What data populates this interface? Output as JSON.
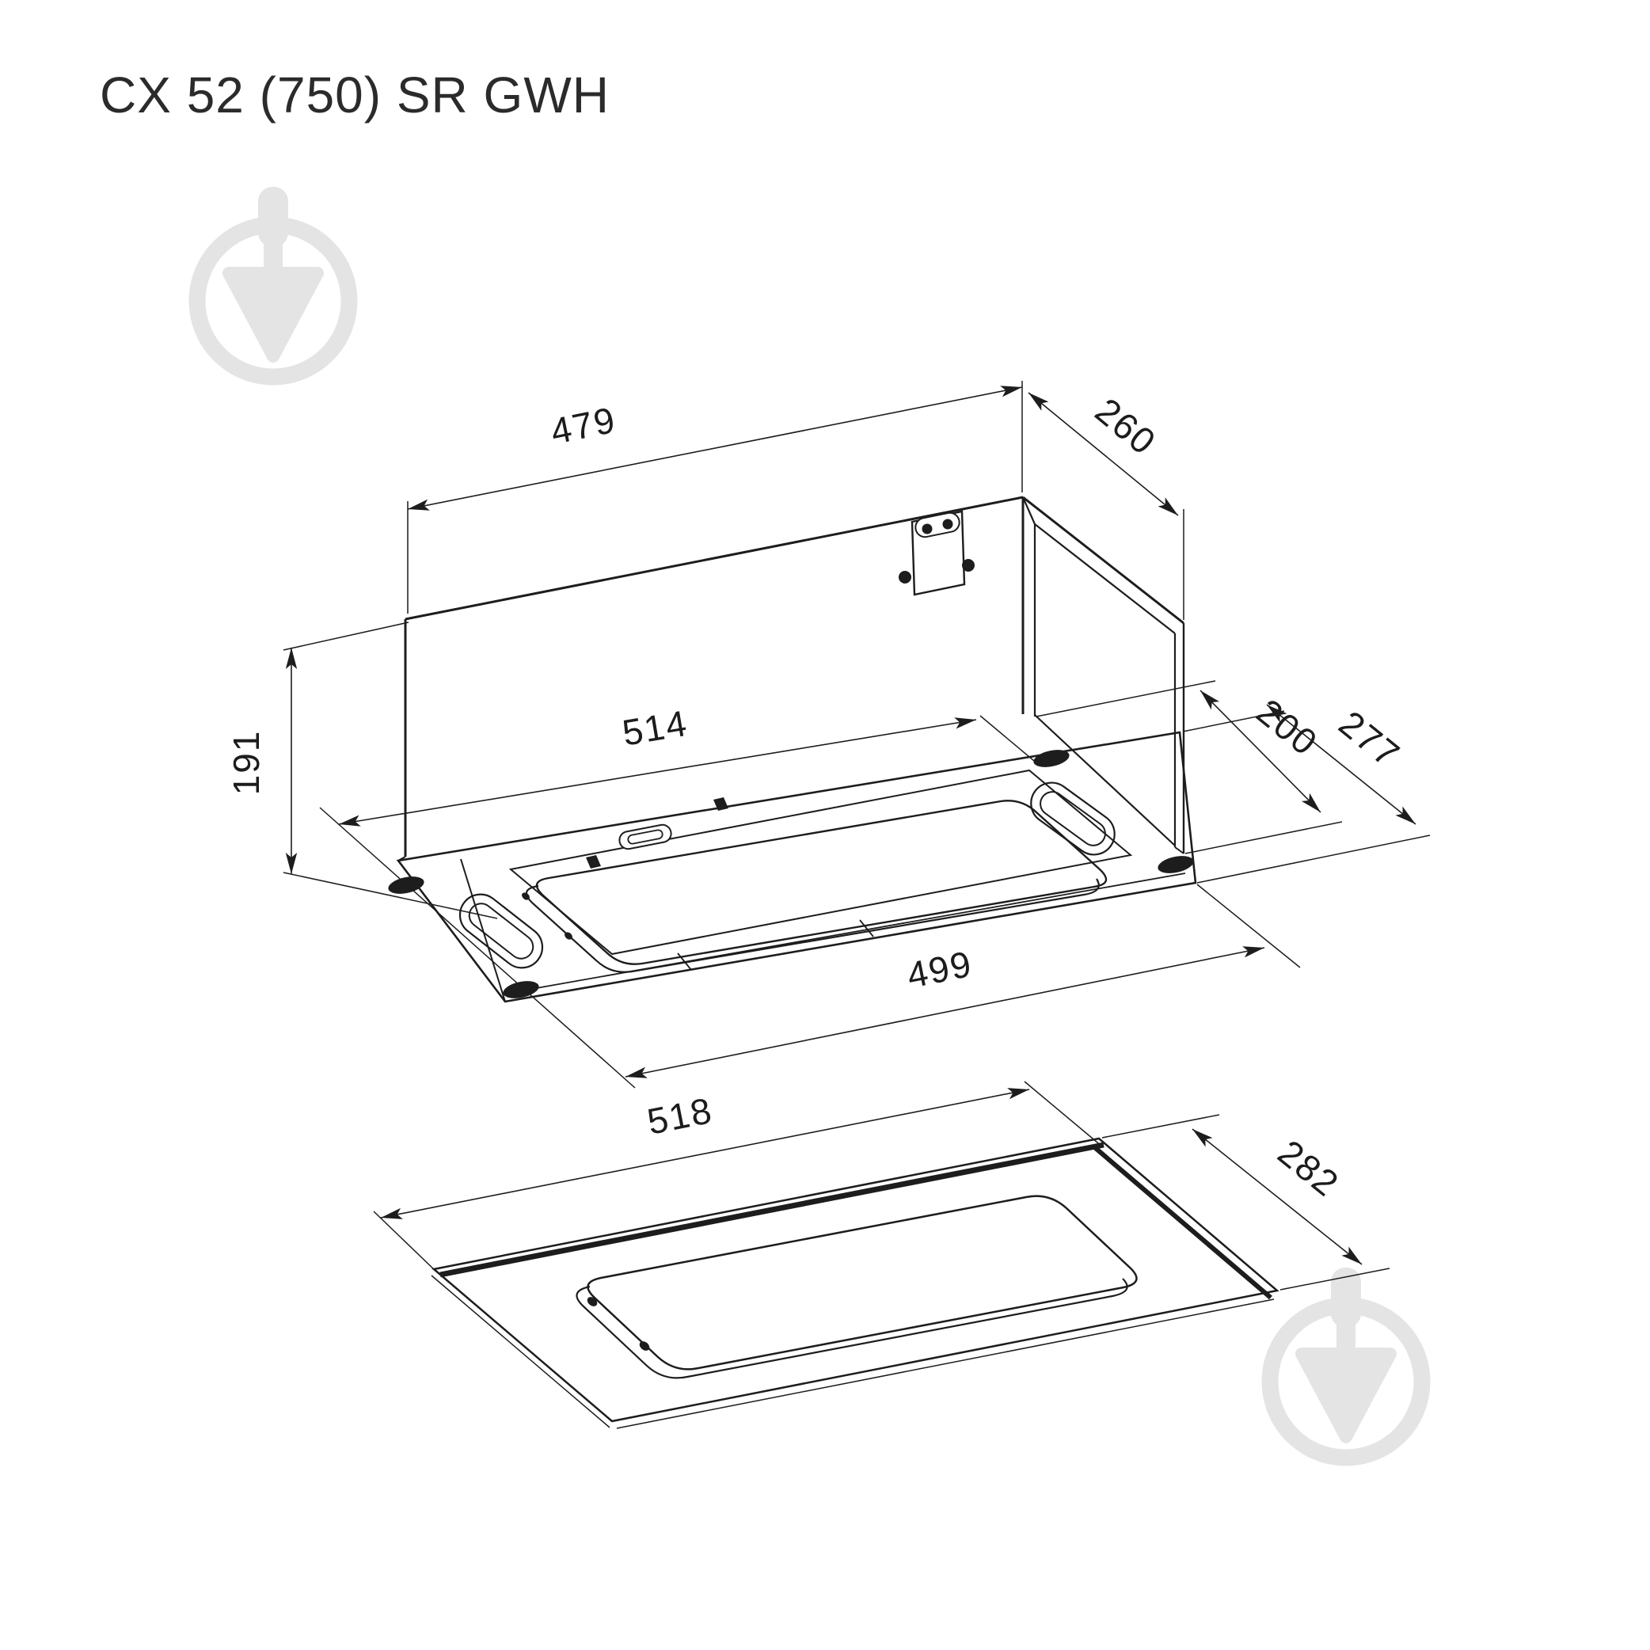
{
  "title": "CX 52 (750) SR GWH",
  "colors": {
    "background": "#ffffff",
    "line": "#1d1d1d",
    "text": "#1c1c1c",
    "watermark": "#e4e4e4"
  },
  "watermark": {
    "icon": "trowel-in-circle-icon",
    "positions": [
      "top-left",
      "bottom-right"
    ]
  },
  "top_view": {
    "description": "isometric view of built-in hood body with mounting plate",
    "dims": {
      "w479": "479",
      "d260": "260",
      "w514": "514",
      "h191": "191",
      "d277": "277",
      "d200": "200",
      "w499": "499"
    }
  },
  "bottom_view": {
    "description": "bottom panel with grease filter",
    "dims": {
      "w518": "518",
      "d282": "282"
    }
  }
}
